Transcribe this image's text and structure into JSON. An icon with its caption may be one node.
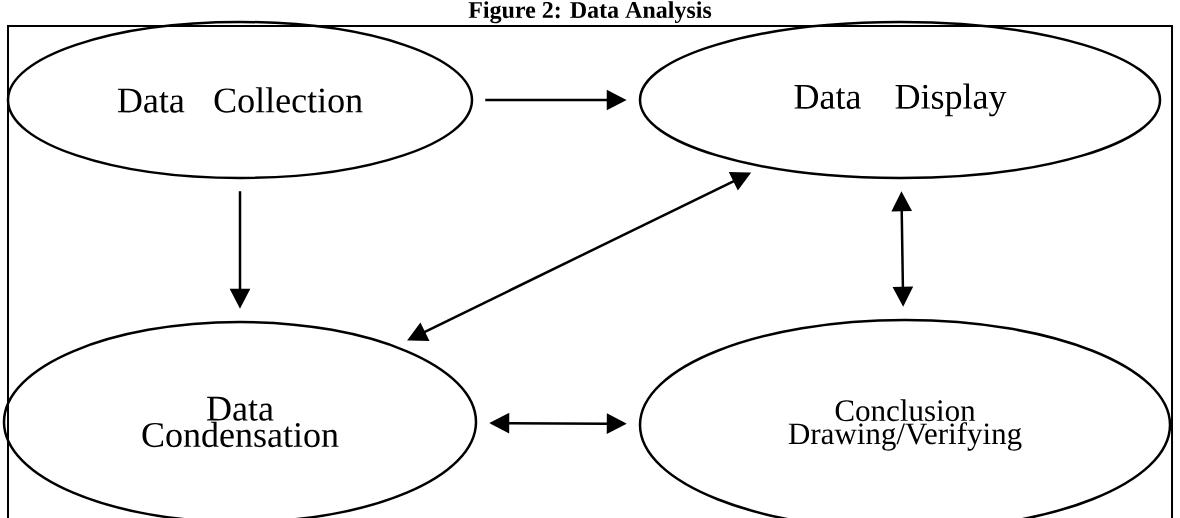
{
  "diagram": {
    "title": "Figure 2: Data Analysis",
    "nodes": [
      {
        "text": [
          "Data Collection"
        ]
      },
      {
        "text": [
          "Data Display"
        ]
      },
      {
        "text": [
          "Data Condensation"
        ]
      },
      {
        "text": [
          "Conclusion Drawing/Verifying"
        ]
      }
    ],
    "edges": [
      {
        "from": 0,
        "to": 1,
        "arrow": "to"
      },
      {
        "from": 0,
        "to": 2,
        "arrow": "to"
      },
      {
        "from": 2,
        "to": 1,
        "arrow": "both"
      },
      {
        "from": 1,
        "to": 3,
        "arrow": "both"
      },
      {
        "from": 2,
        "to": 3,
        "arrow": "both"
      }
    ]
  }
}
